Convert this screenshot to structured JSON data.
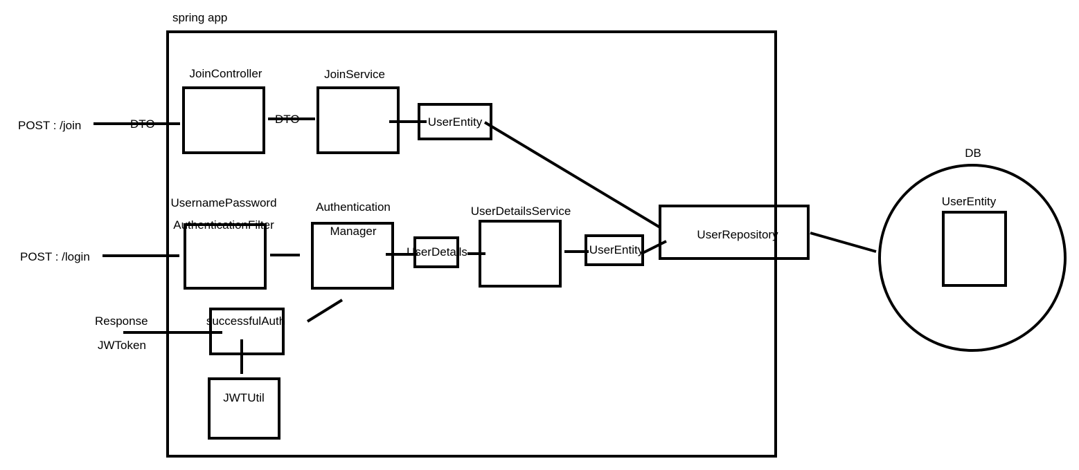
{
  "diagram": {
    "container_label": "spring app",
    "db_label": "DB",
    "requests": {
      "join": "POST : /join",
      "login": "POST : /login",
      "response_line1": "Response",
      "response_line2": "JWToken"
    },
    "components": {
      "join_controller": "JoinController",
      "join_service": "JoinService",
      "user_entity_join": "UserEntity",
      "filter_line1": "UsernamePassword",
      "filter_line2": "AuthenticationFilter",
      "auth_manager_line1": "Authentication",
      "auth_manager_line2": "Manager",
      "user_details": "UserDetails",
      "user_details_service": "UserDetailsService",
      "user_entity_login": "UserEntity",
      "user_repository": "UserRepository",
      "db_user_entity": "UserEntity",
      "successful_auth": "successfulAuth",
      "jwt_util": "JWTUtil"
    },
    "edge_labels": {
      "dto_in": "DTO",
      "dto_service": "DTO"
    }
  }
}
